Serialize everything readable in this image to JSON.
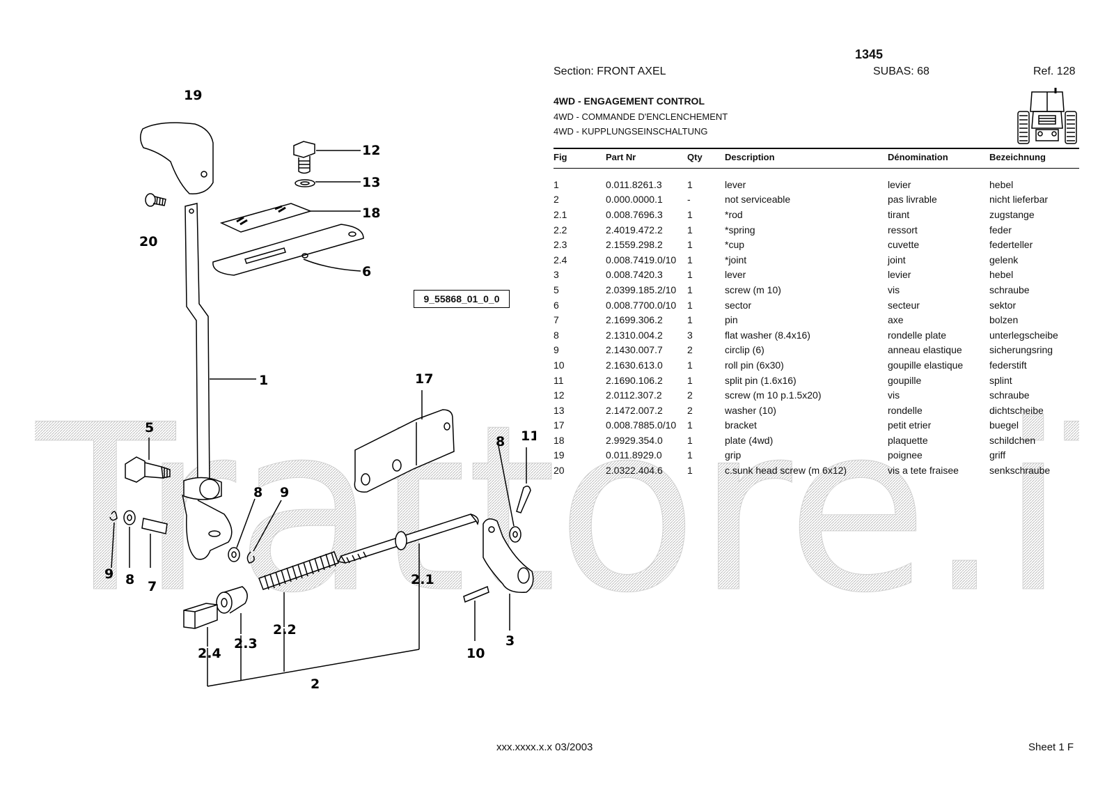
{
  "header": {
    "doc_number": "1345",
    "section": "Section: FRONT AXEL",
    "subas": "SUBAS: 68",
    "ref": "Ref. 128"
  },
  "titles": {
    "en": "4WD - ENGAGEMENT CONTROL",
    "fr": "4WD - COMMANDE D'ENCLENCHEMENT",
    "de": "4WD - KUPPLUNGSEINSCHALTUNG"
  },
  "icons": {
    "tractor": "tractor-front-icon"
  },
  "watermark": "Trattore.iT",
  "diagram_label": "9_55868_01_0_0",
  "table": {
    "headers": [
      "Fig",
      "Part Nr",
      "Qty",
      "Description",
      "Dénomination",
      "Bezeichnung"
    ],
    "rows": [
      [
        "1",
        "0.011.8261.3",
        "1",
        "lever",
        "levier",
        "hebel"
      ],
      [
        "2",
        "0.000.0000.1",
        "-",
        "not serviceable",
        "pas livrable",
        "nicht lieferbar"
      ],
      [
        "2.1",
        "0.008.7696.3",
        "1",
        "*rod",
        "tirant",
        "zugstange"
      ],
      [
        "2.2",
        "2.4019.472.2",
        "1",
        "*spring",
        "ressort",
        "feder"
      ],
      [
        "2.3",
        "2.1559.298.2",
        "1",
        "*cup",
        "cuvette",
        "federteller"
      ],
      [
        "2.4",
        "0.008.7419.0/10",
        "1",
        "*joint",
        "joint",
        "gelenk"
      ],
      [
        "3",
        "0.008.7420.3",
        "1",
        "lever",
        "levier",
        "hebel"
      ],
      [
        "5",
        "2.0399.185.2/10",
        "1",
        "screw (m 10)",
        "vis",
        "schraube"
      ],
      [
        "6",
        "0.008.7700.0/10",
        "1",
        "sector",
        "secteur",
        "sektor"
      ],
      [
        "7",
        "2.1699.306.2",
        "1",
        "pin",
        "axe",
        "bolzen"
      ],
      [
        "8",
        "2.1310.004.2",
        "3",
        "flat washer (8.4x16)",
        "rondelle plate",
        "unterlegscheibe"
      ],
      [
        "9",
        "2.1430.007.7",
        "2",
        "circlip (6)",
        "anneau elastique",
        "sicherungsring"
      ],
      [
        "10",
        "2.1630.613.0",
        "1",
        "roll pin (6x30)",
        "goupille elastique",
        "federstift"
      ],
      [
        "11",
        "2.1690.106.2",
        "1",
        "split pin (1.6x16)",
        "goupille",
        "splint"
      ],
      [
        "12",
        "2.0112.307.2",
        "2",
        "screw (m 10 p.1.5x20)",
        "vis",
        "schraube"
      ],
      [
        "13",
        "2.1472.007.2",
        "2",
        "washer (10)",
        "rondelle",
        "dichtscheibe"
      ],
      [
        "17",
        "0.008.7885.0/10",
        "1",
        "bracket",
        "petit etrier",
        "buegel"
      ],
      [
        "18",
        "2.9929.354.0",
        "1",
        "plate (4wd)",
        "plaquette",
        "schildchen"
      ],
      [
        "19",
        "0.011.8929.0",
        "1",
        "grip",
        "poignee",
        "griff"
      ],
      [
        "20",
        "2.0322.404.6",
        "1",
        "c.sunk head screw (m 6x12)",
        "vis a tete fraisee",
        "senkschraube"
      ]
    ]
  },
  "callouts": {
    "c19": "19",
    "c12": "12",
    "c13": "13",
    "c18": "18",
    "c20": "20",
    "c6": "6",
    "c1": "1",
    "c17": "17",
    "c5": "5",
    "c8a": "8",
    "c11": "11",
    "c8b": "8",
    "c9a": "9",
    "c9b": "9",
    "c8c": "8",
    "c7": "7",
    "c21": "2.1",
    "c22": "2.2",
    "c23": "2.3",
    "c24": "2.4",
    "c10": "10",
    "c3": "3",
    "c2": "2"
  },
  "footer": {
    "code": "xxx.xxxx.x.x  03/2003",
    "sheet": "Sheet 1 F"
  }
}
